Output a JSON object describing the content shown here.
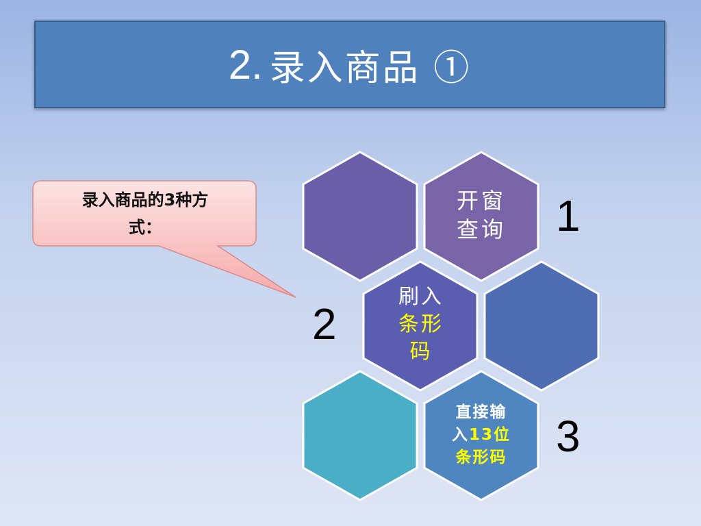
{
  "title": {
    "number": "2.",
    "text": "录入商品 ①"
  },
  "callout": {
    "line1": "录入商品的3种方",
    "line2": "式："
  },
  "options": {
    "opt1": {
      "number": "1",
      "line1": "开窗",
      "line2": "查询"
    },
    "opt2": {
      "number": "2",
      "line1": "刷入",
      "line2": "条形",
      "line3": "码"
    },
    "opt3": {
      "number": "3",
      "line1": "直接输",
      "line2a": "入",
      "line2b": "13位",
      "line3": "条形码"
    }
  },
  "colors": {
    "title_bg": "#4f81bd",
    "callout_bg": "#f9c2c2",
    "hex_purple": "#6b5ea8",
    "hex_violet": "#7a64a8",
    "hex_indigo": "#5a5db0",
    "hex_blue": "#4f6db2",
    "hex_teal": "#4aaec6",
    "hex_steel": "#4f86bf",
    "highlight": "#ffff00"
  }
}
